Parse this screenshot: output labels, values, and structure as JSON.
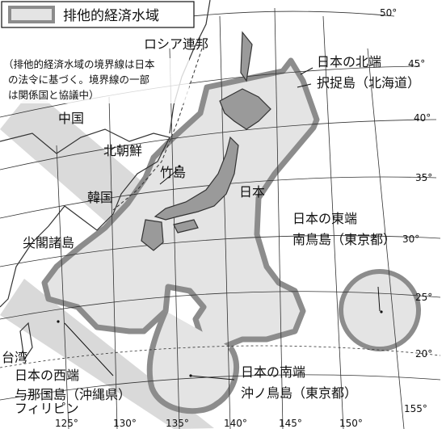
{
  "legend": {
    "label": "排他的経済水域"
  },
  "note": [
    "（排他的経済水域の境界線は日本",
    "の法令に基づく。境界線の一部",
    "は関係国と協議中）"
  ],
  "countries": {
    "russia": "ロシア連邦",
    "china": "中国",
    "north_korea": "北朝鮮",
    "south_korea": "韓国",
    "taiwan": "台湾",
    "philippines": "フィリピン",
    "japan": "日本"
  },
  "islands": {
    "takeshima": "竹島",
    "senkaku": "尖閣諸島"
  },
  "extremes": {
    "north_title": "日本の北端",
    "north_place": "択捉島（北海道）",
    "east_title": "日本の東端",
    "east_place": "南鳥島（東京都）",
    "west_title": "日本の西端",
    "west_place": "与那国島（沖縄県）",
    "south_title": "日本の南端",
    "south_place": "沖ノ鳥島（東京都）"
  },
  "latitudes": [
    "50°",
    "45°",
    "40°",
    "35°",
    "30°",
    "25°",
    "20°"
  ],
  "longitudes": [
    "125°",
    "130°",
    "135°",
    "140°",
    "145°",
    "150°",
    "155°"
  ],
  "colors": {
    "eez_fill": "#e4e4e4",
    "eez_stroke": "#8c8c8c",
    "land": "#9a9a9a",
    "watermark": "#d3d3d3"
  }
}
